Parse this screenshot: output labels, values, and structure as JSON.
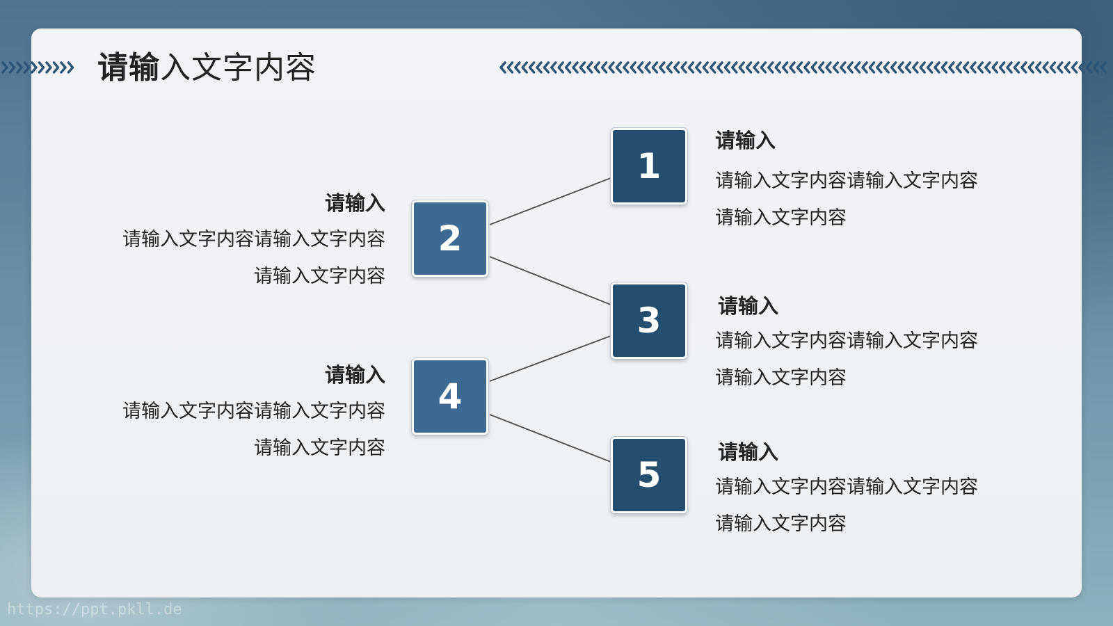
{
  "title": {
    "strong": "请输",
    "light": "入文字内容"
  },
  "nodes": [
    {
      "number": "1",
      "heading": "请输入",
      "line1": "请输入文字内容请输入文字内容",
      "line2": "请输入文字内容"
    },
    {
      "number": "2",
      "heading": "请输入",
      "line1": "请输入文字内容请输入文字内容",
      "line2": "请输入文字内容"
    },
    {
      "number": "3",
      "heading": "请输入",
      "line1": "请输入文字内容请输入文字内容",
      "line2": "请输入文字内容"
    },
    {
      "number": "4",
      "heading": "请输入",
      "line1": "请输入文字内容请输入文字内容",
      "line2": "请输入文字内容"
    },
    {
      "number": "5",
      "heading": "请输入",
      "line1": "请输入文字内容请输入文字内容",
      "line2": "请输入文字内容"
    }
  ],
  "footer": {
    "url": "https://ppt.pkll.de"
  },
  "colors": {
    "box_dark": "#234e6e",
    "box_light": "#3c6a92",
    "chevron": "#2d5575",
    "connector": "#555555"
  }
}
